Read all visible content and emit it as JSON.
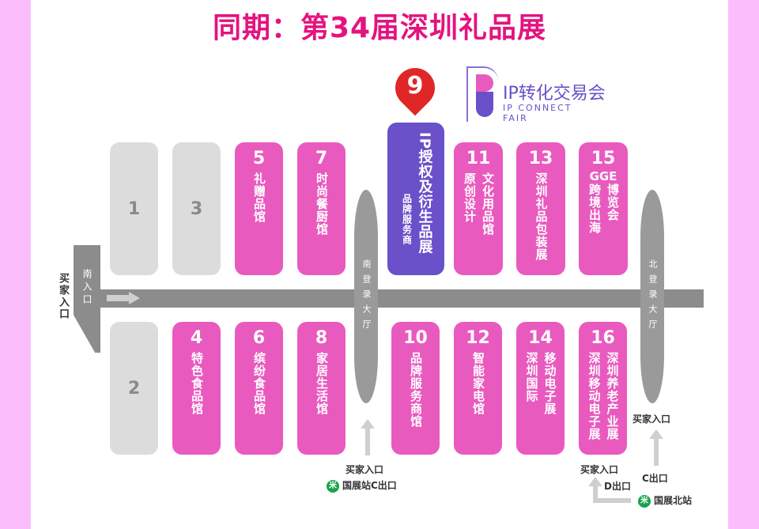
{
  "title": "同期：第34届深圳礼品展",
  "logo": {
    "cn": "IP转化交易会",
    "en1": "IP CONNECT",
    "en2": "FAIR"
  },
  "pin": "9",
  "halls_top": [
    {
      "num": "1",
      "cols": []
    },
    {
      "num": "3",
      "cols": []
    },
    {
      "num": "5",
      "cols": [
        "礼赠品馆"
      ]
    },
    {
      "num": "7",
      "cols": [
        "时尚餐厨馆"
      ]
    },
    {
      "num": "11",
      "cols": [
        "原创设计",
        "文化用品馆"
      ]
    },
    {
      "num": "13",
      "cols": [
        "深圳礼品包装展"
      ]
    },
    {
      "num": "15",
      "cols": [
        "跨境出海",
        "博览会"
      ],
      "sub": "GGE"
    }
  ],
  "hall9": {
    "main": "IP授权及衍生品展",
    "sub": "品牌服务商"
  },
  "halls_bottom": [
    {
      "num": "2",
      "cols": []
    },
    {
      "num": "4",
      "cols": [
        "特色食品馆"
      ]
    },
    {
      "num": "6",
      "cols": [
        "缤纷食品馆"
      ]
    },
    {
      "num": "8",
      "cols": [
        "家居生活馆"
      ]
    },
    {
      "num": "10",
      "cols": [
        "品牌服务商馆"
      ]
    },
    {
      "num": "12",
      "cols": [
        "智能家电馆"
      ]
    },
    {
      "num": "14",
      "cols": [
        "深圳国际",
        "移动电子展"
      ]
    },
    {
      "num": "16",
      "cols": [
        "深圳移动电子展",
        "深圳养老产业展"
      ]
    }
  ],
  "south_entrance": "南入口",
  "buyer_entrance": "买家入口",
  "south_lobby": "南登录大厅",
  "north_lobby": "北登录大厅",
  "metro_south": "国展站C出口",
  "metro_north": "国展北站",
  "exit_d": "D出口",
  "exit_c": "C出口",
  "metro_icon": "米"
}
